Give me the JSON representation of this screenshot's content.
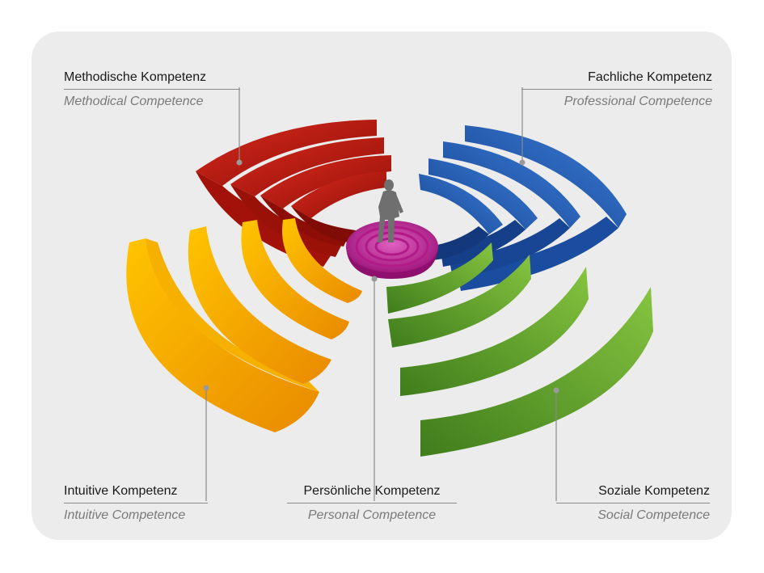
{
  "diagram": {
    "segments": [
      {
        "id": "methodical",
        "de": "Methodische Kompetenz",
        "en": "Methodical Competence",
        "color": "#b3140c"
      },
      {
        "id": "professional",
        "de": "Fachliche Kompetenz",
        "en": "Professional Competence",
        "color": "#1f5bb8"
      },
      {
        "id": "intuitive",
        "de": "Intuitive Kompetenz",
        "en": "Intuitive Competence",
        "color": "#f2a600"
      },
      {
        "id": "personal",
        "de": "Persönliche Kompetenz",
        "en": "Personal Competence",
        "color": "#c0208f"
      },
      {
        "id": "social",
        "de": "Soziale Kompetenz",
        "en": "Social Competence",
        "color": "#5ea42c"
      }
    ]
  }
}
